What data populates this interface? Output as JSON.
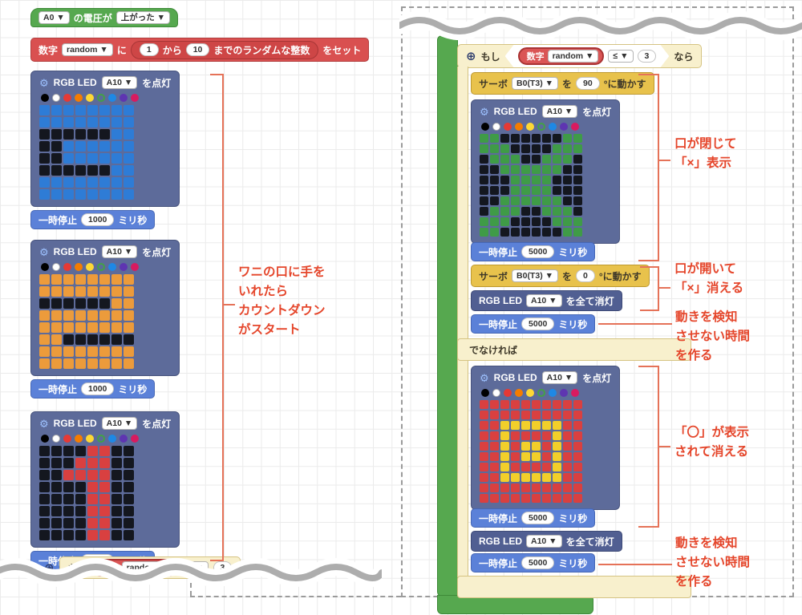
{
  "icons": {
    "gear": "⚙",
    "collapse": "⊕"
  },
  "palette": [
    {
      "color": "#000000"
    },
    {
      "color": "#ffffff",
      "border": "#aaaaaa"
    },
    {
      "color": "#E53935"
    },
    {
      "color": "#F57C00"
    },
    {
      "color": "#FDD835"
    },
    {
      "color": "#43A047",
      "ring": true
    },
    {
      "color": "#1E88E5"
    },
    {
      "color": "#5E35B1"
    },
    {
      "color": "#D81B60"
    }
  ],
  "left_panel": {
    "hat": {
      "port": "A0 ▼",
      "label": "の電圧が",
      "state": "上がった ▼"
    },
    "set": {
      "kind": "数字",
      "var": "random ▼",
      "particle_ni": "に",
      "from": "1",
      "particle_kara": "から",
      "to": "10",
      "random_label": "までのランダムな整数",
      "suffix": "をセット"
    },
    "led_header": {
      "name": "RGB LED",
      "port": "A10 ▼",
      "action_on": "を点灯"
    },
    "pause": {
      "label": "一時停止",
      "value": "1000",
      "unit": "ミリ秒"
    },
    "matrix_3": {
      "cell": 13,
      "gap": 2,
      "off": "#14171F",
      "colors": {
        "X": "#2E7CD6"
      },
      "rows": [
        "XXXXXXXX",
        "XXXXXXXX",
        "......XX",
        "..XXXXXX",
        "..XXXXXX",
        "......XX",
        "XXXXXXXX",
        "XXXXXXXX"
      ]
    },
    "matrix_2": {
      "cell": 13,
      "gap": 2,
      "off": "#14171F",
      "colors": {
        "X": "#EC9B3B"
      },
      "rows": [
        "XXXXXXXX",
        "XXXXXXXX",
        "......XX",
        "XXXXXXXX",
        "XXXXXXXX",
        "XX......",
        "XXXXXXXX",
        "XXXXXXXX"
      ]
    },
    "matrix_1": {
      "cell": 13,
      "gap": 2,
      "off": "#14171F",
      "colors": {
        "X": "#D94040"
      },
      "rows": [
        "....XX..",
        "...XXX..",
        "..XXXX..",
        "....XX..",
        "....XX..",
        "....XX..",
        "....XX..",
        "....XX.."
      ]
    },
    "annotation": "ワニの口に手を\nいれたら\nカウントダウン\nがスタート"
  },
  "right_panel": {
    "if_block": {
      "moshi": "もし",
      "cond_label": "数字",
      "cond_var": "random ▼",
      "op": "≤ ▼",
      "value": "3",
      "nara": "なら",
      "else_label": "でなければ"
    },
    "servo": {
      "label": "サーボ",
      "port": "B0(T3) ▼",
      "particle": "を",
      "deg_close": "90",
      "deg_open": "0",
      "unit": "°に動かす"
    },
    "led_header": {
      "name": "RGB LED",
      "port": "A10 ▼",
      "action_on": "を点灯",
      "action_off": "を全て消灯"
    },
    "pause": {
      "label": "一時停止",
      "value": "5000",
      "unit": "ミリ秒"
    },
    "matrix_x": {
      "cell": 11,
      "gap": 2,
      "off": "#14171F",
      "colors": {
        "X": "#3F9B47"
      },
      "rows": [
        "XX......XX",
        "XXX....XXX",
        ".XXX..XXX.",
        "..XXXXXX..",
        "...XXXX...",
        "...XXXX...",
        "..XXXXXX..",
        ".XXX..XXX.",
        "XXX....XXX",
        "XX......XX"
      ]
    },
    "matrix_o": {
      "cell": 11,
      "gap": 2,
      "off": "#14171F",
      "colors": {
        "R": "#D94040",
        "Y": "#F2CF2A"
      },
      "rows": [
        "RRRRRRRRRR",
        "RRRRRRRRRR",
        "RRYYYYYYRR",
        "RRYRRRRYRR",
        "RRYRYYRYRR",
        "RRYRYYRYRR",
        "RRYRRRRYRR",
        "RRYYYYYYRR",
        "RRRRRRRRRR",
        "RRRRRRRRRR"
      ]
    },
    "annotations": {
      "closed": "口が閉じて\n「×」表示",
      "open": "口が開いて\n「×」消える",
      "wait1": "動きを検知\nさせない時間\nを作る",
      "circle": "「〇」が表示\nされて消える",
      "wait2": "動きを検知\nさせない時間\nを作る"
    }
  }
}
